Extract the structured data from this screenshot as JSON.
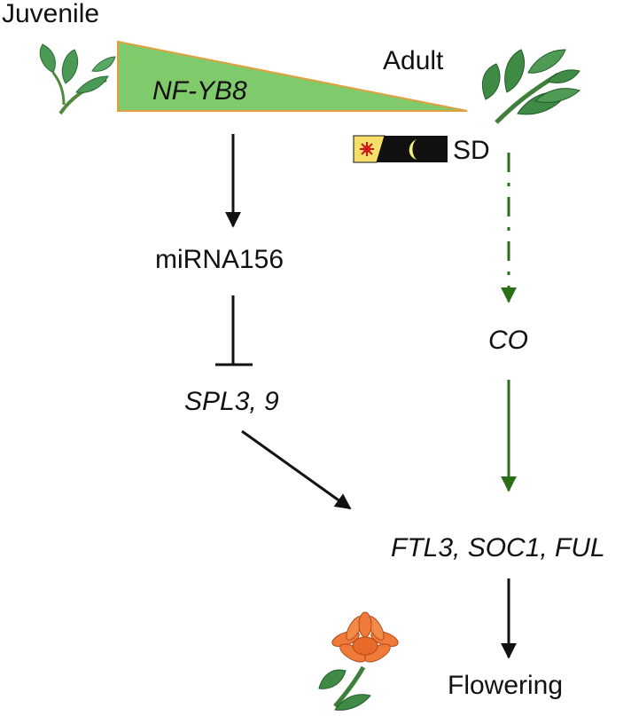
{
  "stages": {
    "juvenile": "Juvenile",
    "adult": "Adult"
  },
  "gradient_gene": "NF-YB8",
  "photoperiod_label": "SD",
  "nodes": {
    "mirna": "miRNA156",
    "spl": "SPL3, 9",
    "co": "CO",
    "targets": "FTL3, SOC1, FUL",
    "flowering": "Flowering"
  },
  "colors": {
    "gradient_fill": "#7fcb6b",
    "gradient_stroke": "#e0a040",
    "co_pathway": "#2a6e17",
    "main_arrows": "#111111",
    "leaf": "#3f8a45",
    "flower": "#ef7a3a",
    "day_box": "#f6e06a",
    "night_box": "#111111"
  },
  "icons": [
    "juvenile-leaf-icon",
    "adult-leaf-icon",
    "day-night-icon",
    "chrysanthemum-flower-icon"
  ]
}
